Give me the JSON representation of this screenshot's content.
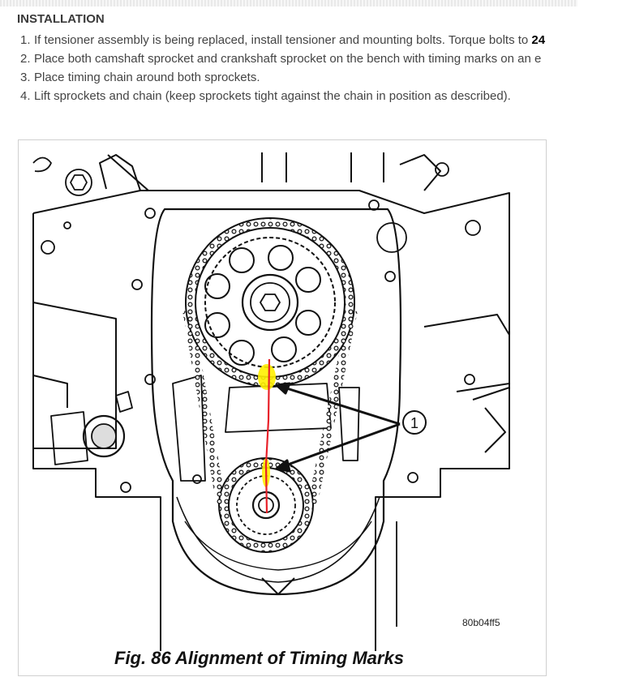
{
  "document": {
    "heading": "INSTALLATION",
    "steps": [
      {
        "num": "1.",
        "text": "If tensioner assembly is being replaced, install tensioner and mounting bolts. Torque bolts to ",
        "bold": "24"
      },
      {
        "num": "2.",
        "text": "Place both camshaft sprocket and crankshaft sprocket on the bench with timing marks on an e",
        "bold": ""
      },
      {
        "num": "3.",
        "text": "Place timing chain around both sprockets.",
        "bold": ""
      },
      {
        "num": "4.",
        "text": "Lift sprockets and chain (keep sprockets tight against the chain in position as described).",
        "bold": ""
      }
    ]
  },
  "figure": {
    "callout_number": "1",
    "figure_id": "80b04ff5",
    "caption": "Fig. 86 Alignment of Timing Marks"
  },
  "colors": {
    "annotation_line": "#e8212a",
    "highlight": "#ffef00",
    "arrow": "#111111"
  }
}
